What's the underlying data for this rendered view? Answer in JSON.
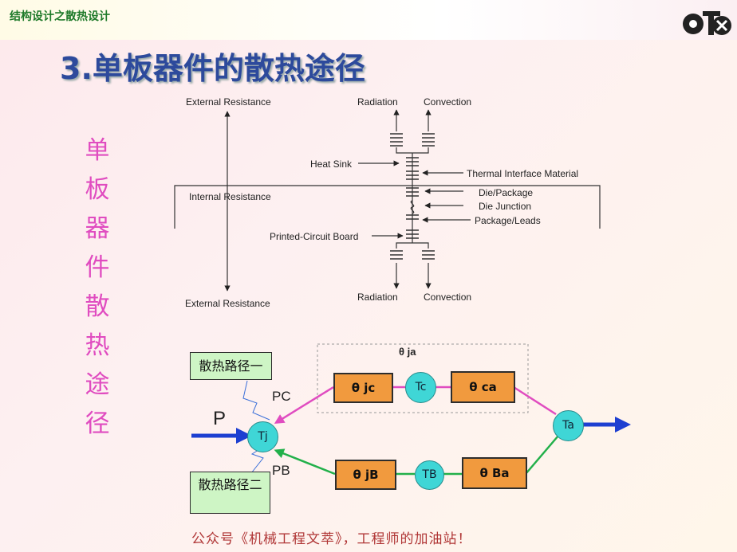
{
  "header": {
    "title": "结构设计之散热设计"
  },
  "slide": {
    "title": "3.单板器件的散热途径",
    "vertical_text": [
      "单",
      "板",
      "器",
      "件",
      "散",
      "热",
      "途",
      "径"
    ]
  },
  "resistance_diagram": {
    "labels": {
      "ext_top": "External Resistance",
      "internal": "Internal Resistance",
      "ext_bottom": "External Resistance",
      "radiation_top": "Radiation",
      "convection_top": "Convection",
      "heat_sink": "Heat Sink",
      "tim": "Thermal Interface Material",
      "die_package": "Die/Package",
      "die_junction": "Die Junction",
      "package_leads": "Package/Leads",
      "pcb": "Printed-Circuit Board",
      "radiation_bottom": "Radiation",
      "convection_bottom": "Convection"
    }
  },
  "thermal_network": {
    "theta_ja": "θ ja",
    "upper": {
      "theta_jc": "θ jc",
      "tc": "Tc",
      "theta_ca": "θ ca"
    },
    "lower": {
      "theta_jb": "θ jB",
      "tb": "TB",
      "theta_ba": "θ Ba"
    },
    "tj": "Tj",
    "ta": "Ta",
    "p": "P",
    "pc": "PC",
    "pb": "PB",
    "path1": "散热路径一",
    "path2": "散热路径二",
    "colors": {
      "upper_path": "#e04cc0",
      "lower_path": "#22b04a",
      "heat_flow": "#1d3fd1",
      "box": "#f19a3e",
      "node": "#3fd6d6"
    }
  },
  "footer": {
    "text": "公众号《机械工程文萃》，工程师的加油站！"
  }
}
